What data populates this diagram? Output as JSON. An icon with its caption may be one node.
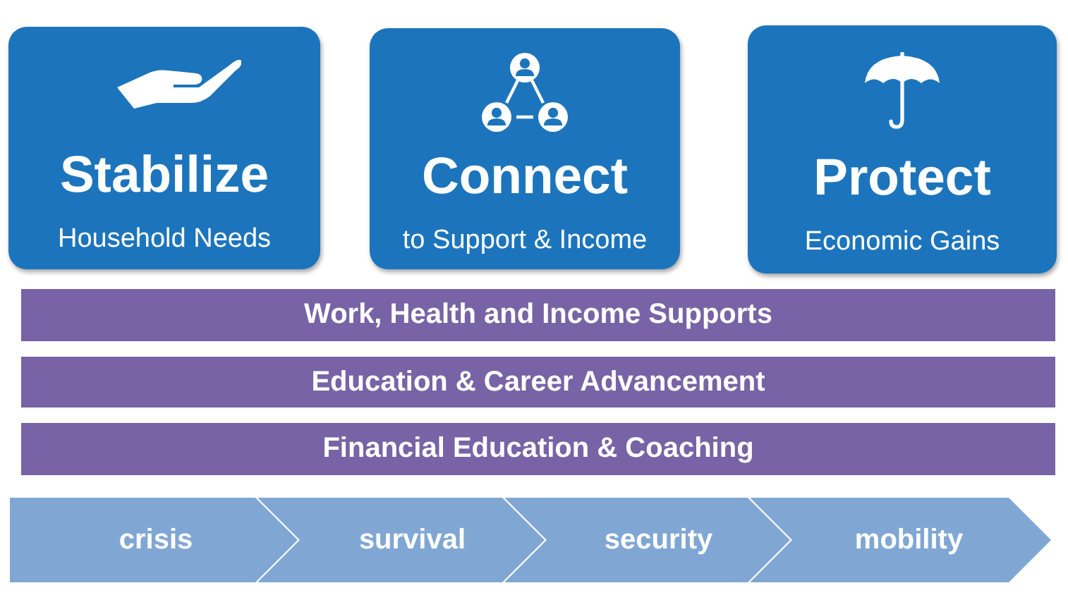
{
  "diagram": {
    "nodes": [
      {
        "text": [
          "Stabilize",
          "Household Needs"
        ]
      },
      {
        "text": [
          "Connect",
          "to Support & Income"
        ]
      },
      {
        "text": [
          "Protect",
          "Economic Gains"
        ]
      },
      {
        "text": [
          "Work, Health and Income Supports"
        ]
      },
      {
        "text": [
          "Education & Career Advancement"
        ]
      },
      {
        "text": [
          "Financial Education & Coaching"
        ]
      },
      {
        "text": [
          "crisis"
        ]
      },
      {
        "text": [
          "survival"
        ]
      },
      {
        "text": [
          "security"
        ]
      },
      {
        "text": [
          "mobility"
        ]
      }
    ]
  }
}
